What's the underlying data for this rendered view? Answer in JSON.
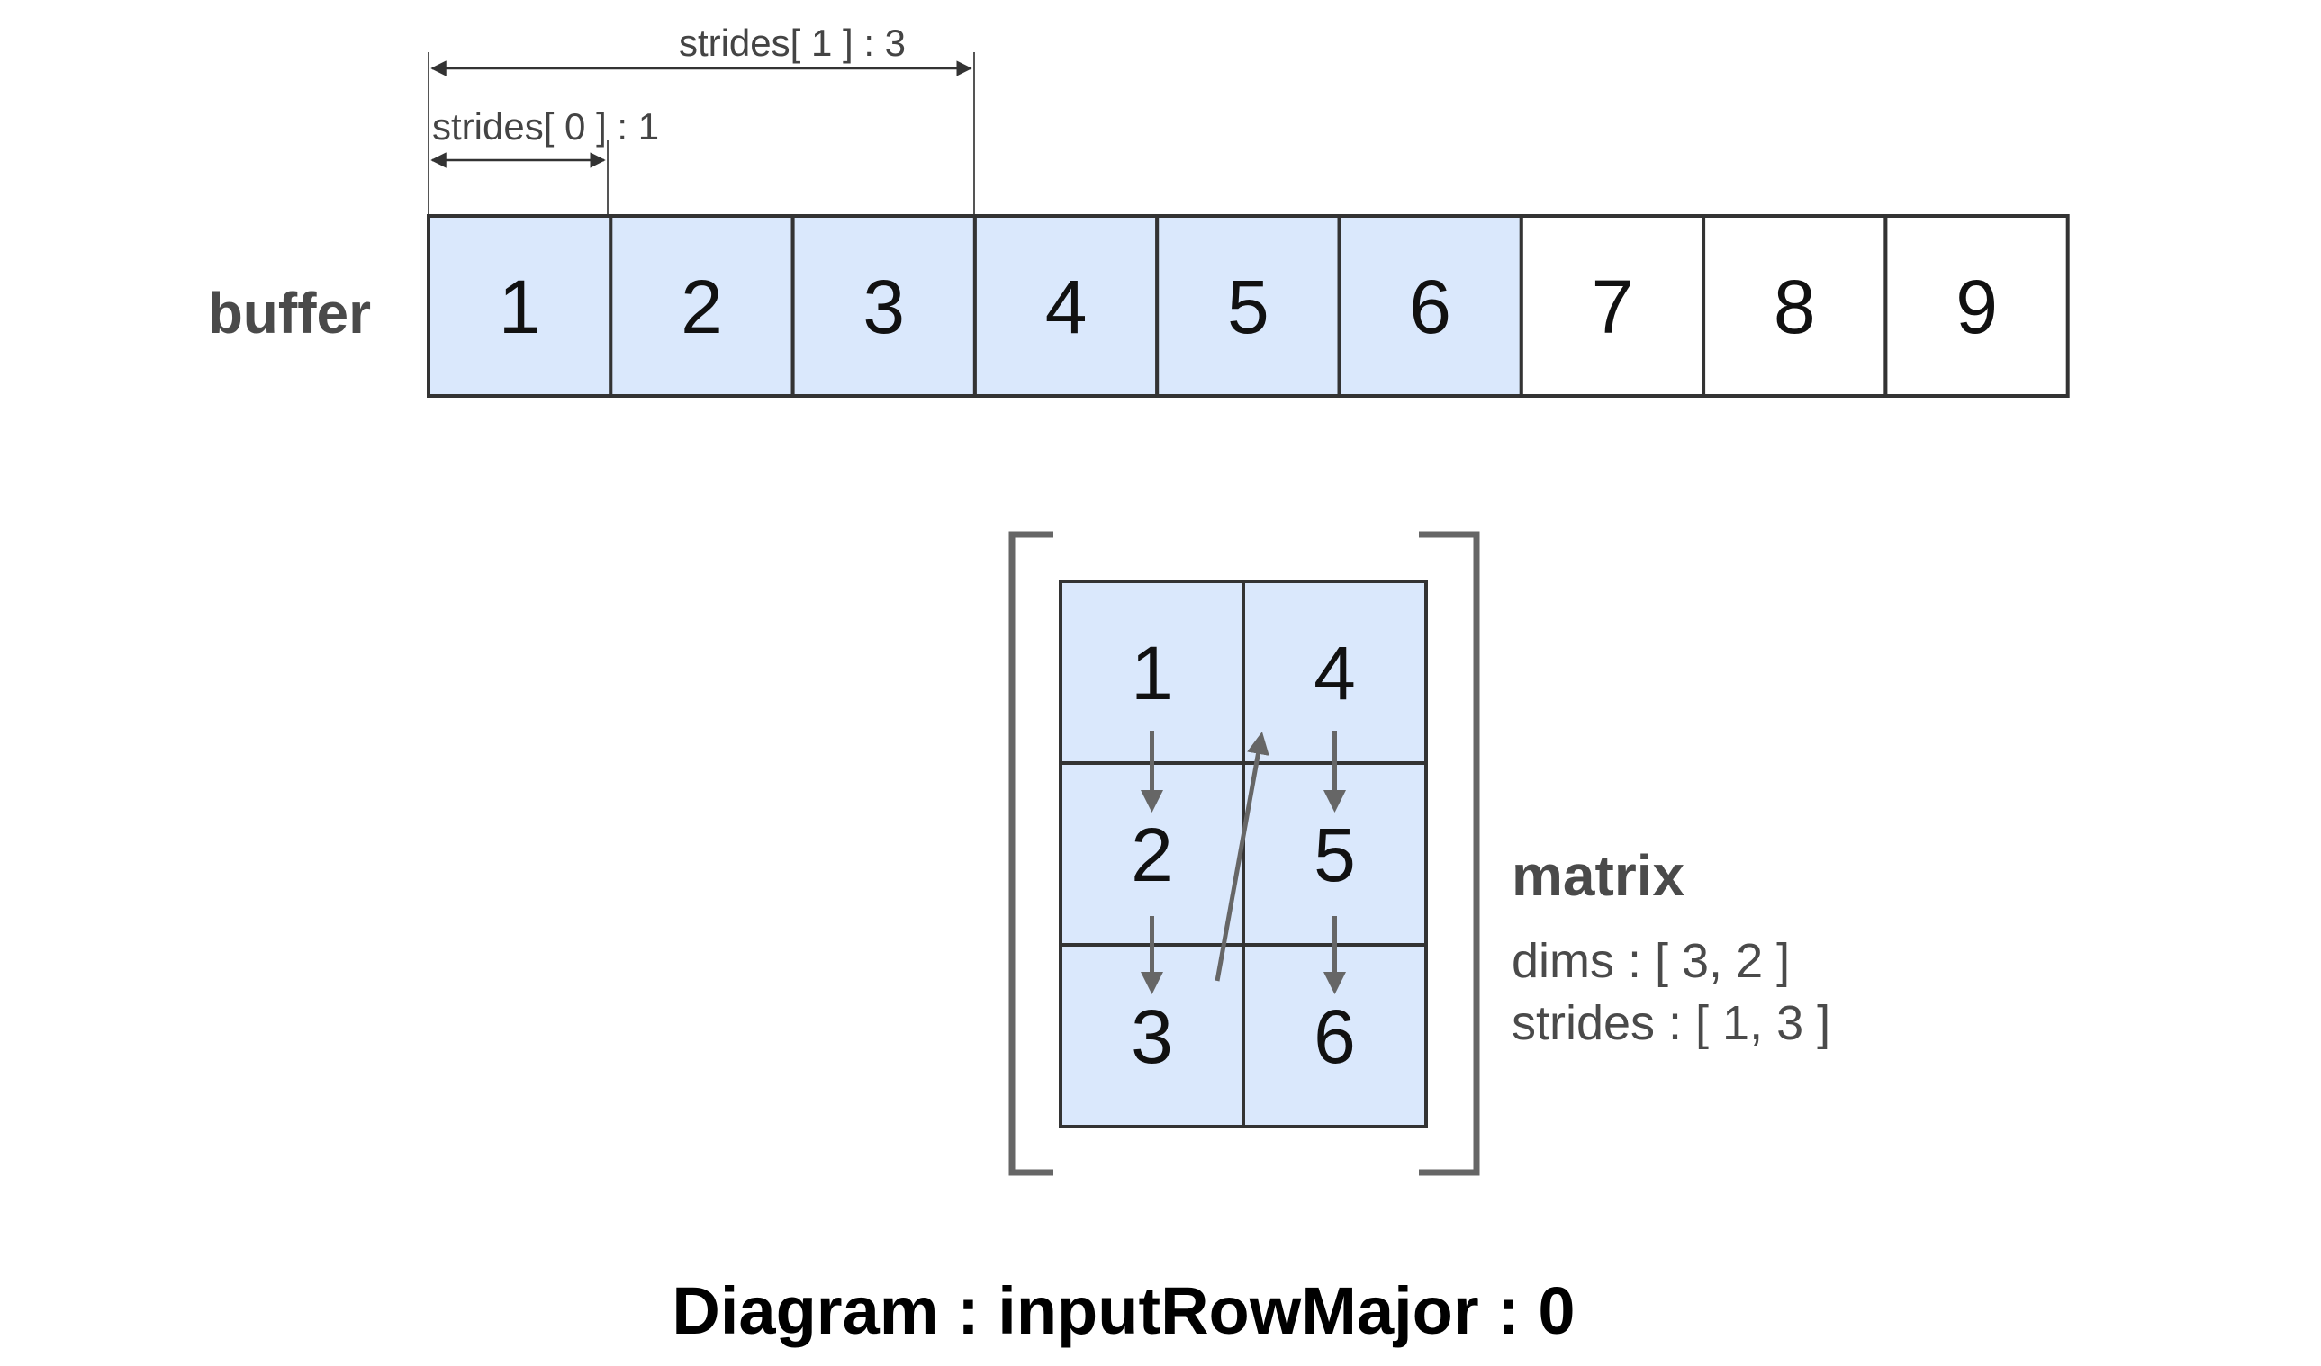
{
  "colors": {
    "highlight_fill": "#dae8fc",
    "empty_fill": "#ffffff",
    "cell_stroke": "#333333",
    "label_text": "#4a4a4a",
    "arrow": "#666666",
    "bracket": "#666666"
  },
  "buffer": {
    "label": "buffer",
    "cells": [
      "1",
      "2",
      "3",
      "4",
      "5",
      "6",
      "7",
      "8",
      "9"
    ],
    "highlighted_count": 6
  },
  "strides_annotations": {
    "stride_0": "strides[ 0 ] : 1",
    "stride_1": "strides[ 1 ] : 3"
  },
  "matrix": {
    "label": "matrix",
    "dims": "dims : [ 3, 2 ]",
    "strides": "strides : [ 1, 3 ]",
    "rows": [
      [
        "1",
        "4"
      ],
      [
        "2",
        "5"
      ],
      [
        "3",
        "6"
      ]
    ],
    "traversal": "column-down-then-next-column"
  },
  "title": "Diagram : inputRowMajor : 0"
}
